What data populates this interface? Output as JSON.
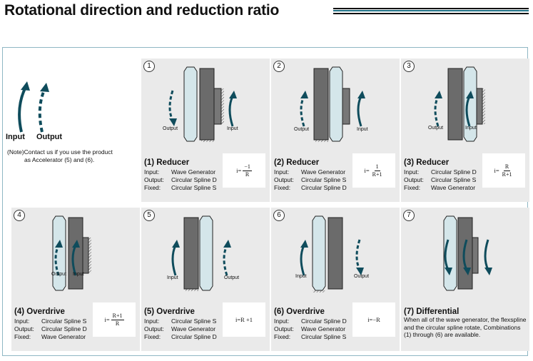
{
  "header": {
    "title": "Rotational direction and reduction ratio"
  },
  "legend": {
    "input": "Input",
    "output": "Output",
    "note_line1": "(Note)Contact us if you use the product",
    "note_line2": "as Accelerator (5) and (6)."
  },
  "colors": {
    "arrow": "#0f4c5c",
    "panel_bg": "#eaeaea",
    "frame": "#8fb7c4",
    "flexspline": "#d4e6ea",
    "circular_spline": "#6b6b6b",
    "wave_generator": "#777777"
  },
  "diagram_labels": {
    "input": "Input",
    "output": "Output"
  },
  "panels": [
    {
      "num": "1",
      "title": "(1)  Reducer",
      "rows": [
        {
          "k": "Input:",
          "v": "Wave Generator"
        },
        {
          "k": "Output:",
          "v": "Circular Spline D"
        },
        {
          "k": "Fixed:",
          "v": "Circular Spline S"
        }
      ],
      "f_prefix": "i=",
      "f_num": "−1",
      "f_den": "R"
    },
    {
      "num": "2",
      "title": "(2)  Reducer",
      "rows": [
        {
          "k": "Input:",
          "v": "Wave Generator"
        },
        {
          "k": "Output:",
          "v": "Circular Spline S"
        },
        {
          "k": "Fixed:",
          "v": "Circular Spline D"
        }
      ],
      "f_prefix": "i=",
      "f_num": "1",
      "f_den": "R+1"
    },
    {
      "num": "3",
      "title": "(3)  Reducer",
      "rows": [
        {
          "k": "Input:",
          "v": "Circular Spline D"
        },
        {
          "k": "Output:",
          "v": "Circular Spline S"
        },
        {
          "k": "Fixed:",
          "v": "Wave Generator"
        }
      ],
      "f_prefix": "i=",
      "f_num": "R",
      "f_den": "R+1"
    },
    {
      "num": "4",
      "title": "(4)  Overdrive",
      "rows": [
        {
          "k": "Input:",
          "v": "Circular Spline S"
        },
        {
          "k": "Output:",
          "v": "Circular Spline D"
        },
        {
          "k": "Fixed:",
          "v": "Wave Generator"
        }
      ],
      "f_prefix": "i=",
      "f_num": "R+1",
      "f_den": "R"
    },
    {
      "num": "5",
      "title": "(5)  Overdrive",
      "rows": [
        {
          "k": "Input:",
          "v": "Circular Spline S"
        },
        {
          "k": "Output:",
          "v": "Wave Generator"
        },
        {
          "k": "Fixed:",
          "v": "Circular Spline D"
        }
      ],
      "f_text": "i=R +1"
    },
    {
      "num": "6",
      "title": "(6)  Overdrive",
      "rows": [
        {
          "k": "Input:",
          "v": "Circular Spline D"
        },
        {
          "k": "Output:",
          "v": "Wave Generator"
        },
        {
          "k": "Fixed:",
          "v": "Circular Spline S"
        }
      ],
      "f_text": "i=−R"
    },
    {
      "num": "7",
      "title": "(7)  Differential",
      "desc": "When all of the wave generator, the flexspline and the circular spline rotate, Combinations (1) through (6) are available."
    }
  ]
}
